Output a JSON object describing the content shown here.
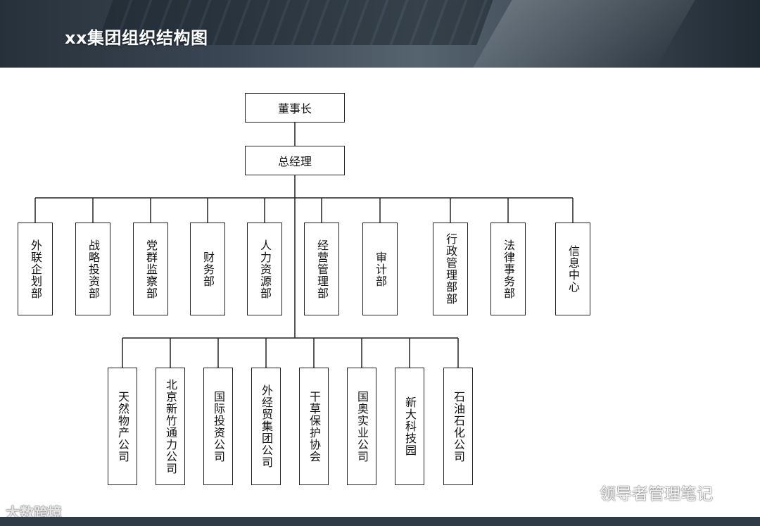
{
  "header": {
    "title": "xx集团组织结构图"
  },
  "org": {
    "root": "董事长",
    "manager": "总经理",
    "departments": [
      "外联企划部",
      "战略投资部",
      "党群监察部",
      "财务部",
      "人力资源部",
      "经营管理部",
      "审计部",
      "行政管理部部",
      "法律事务部",
      "信息中心"
    ],
    "companies": [
      "天然物产公司",
      "北京新竹通力公司",
      "国际投资公司",
      "外经贸集团公司",
      "干草保护协会",
      "国奥实业公司",
      "新大科技园",
      "石油石化公司"
    ]
  },
  "watermarks": {
    "left": "大数跨境",
    "right": "领导者管理笔记"
  },
  "icons": {
    "wechat": "wechat-icon"
  }
}
